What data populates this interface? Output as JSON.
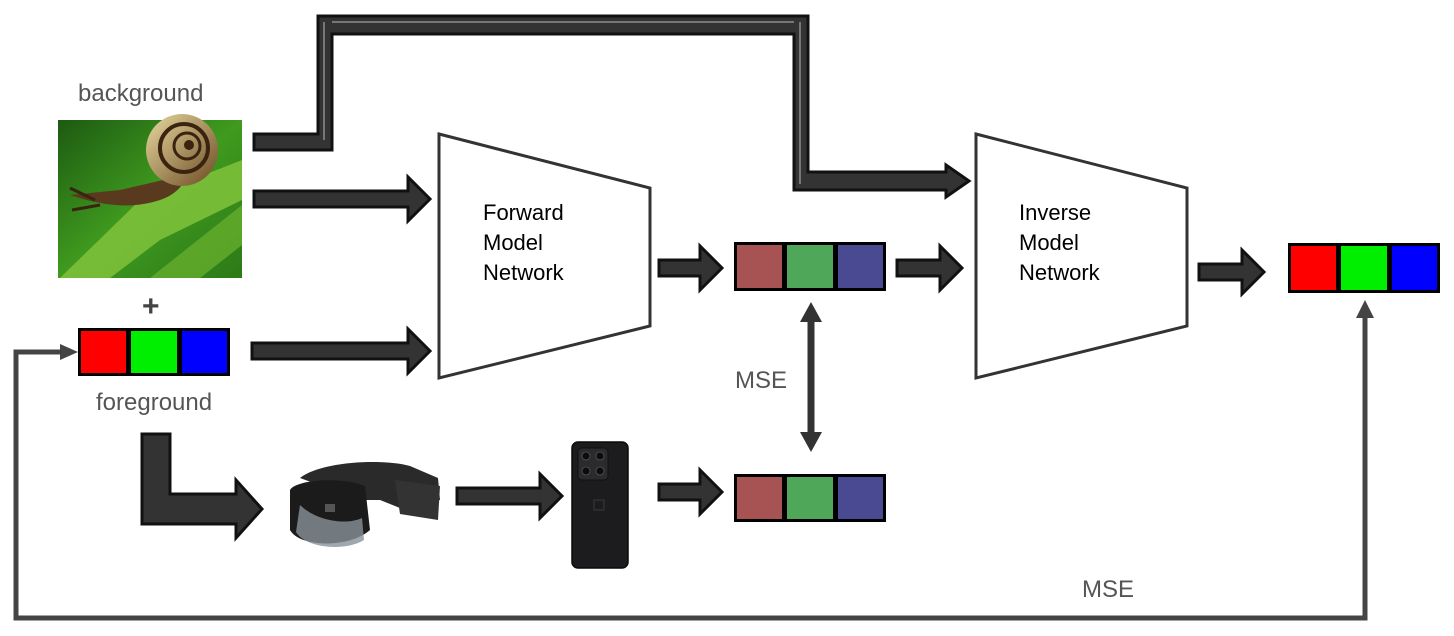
{
  "labels": {
    "background": "background",
    "foreground": "foreground",
    "plus": "+",
    "mse_mid": "MSE",
    "mse_bottom": "MSE"
  },
  "networks": {
    "forward": [
      "Forward",
      "Model",
      "Network"
    ],
    "inverse": [
      "Inverse",
      "Model",
      "Network"
    ]
  },
  "colors": {
    "arrow_fill": "#333333",
    "arrow_stroke": "#111111",
    "loop_line": "#444444",
    "foreground_swatches": [
      "#ff0000",
      "#00ee00",
      "#0000ff"
    ],
    "forward_output_swatches": [
      "#a85353",
      "#4fa85a",
      "#4a4a92"
    ],
    "device_output_swatches": [
      "#a85353",
      "#4fa85a",
      "#4a4a92"
    ],
    "inverse_output_swatches": [
      "#ff0000",
      "#00ee00",
      "#0000ff"
    ]
  },
  "images": {
    "background": "snail-photo",
    "headset": "ar-headset-photo",
    "phone": "smartphone-photo"
  }
}
